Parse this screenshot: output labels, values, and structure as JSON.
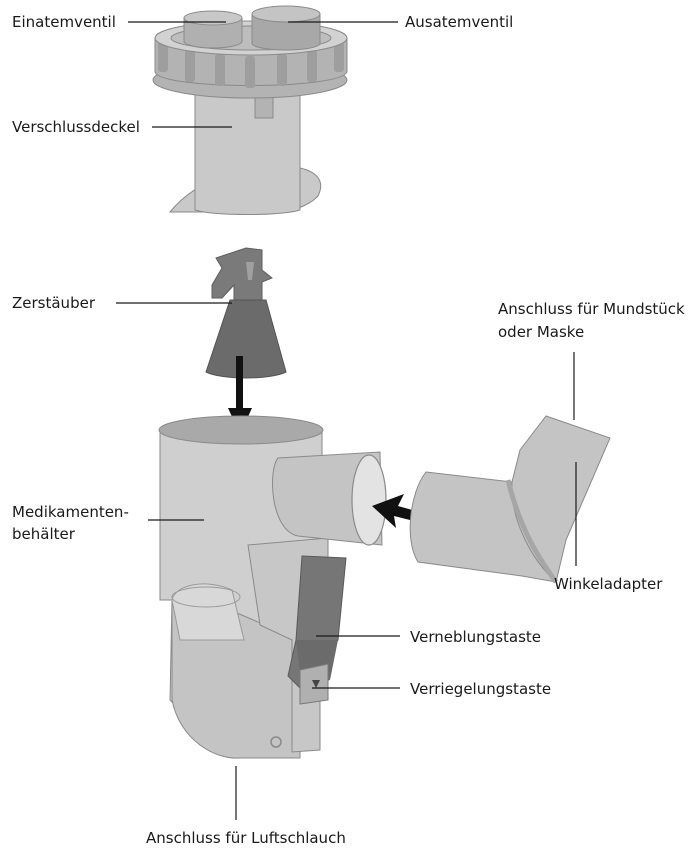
{
  "labels": {
    "einatemventil": "Einatemventil",
    "ausatemventil": "Ausatemventil",
    "verschlussdeckel": "Verschlussdeckel",
    "zerstaeuber": "Zerstäuber",
    "anschluss_mundstueck_line1": "Anschluss für Mundstück",
    "anschluss_mundstueck_line2": "oder Maske",
    "medikamentenbehaelter_line1": "Medikamenten-",
    "medikamentenbehaelter_line2": "behälter",
    "winkeladapter": "Winkeladapter",
    "verneblungstaste": "Verneblungstaste",
    "verriegelungstaste": "Verriegelungstaste",
    "anschluss_luftschlauch": "Anschluss für Luftschlauch"
  },
  "colors": {
    "part_light": "#c9c9c9",
    "part_mid": "#b3b3b3",
    "part_dark": "#7a7a7a",
    "part_darker": "#6b6b6b",
    "outline": "#8a8a8a",
    "leader": "#1a1a1a",
    "arrow": "#111111"
  }
}
